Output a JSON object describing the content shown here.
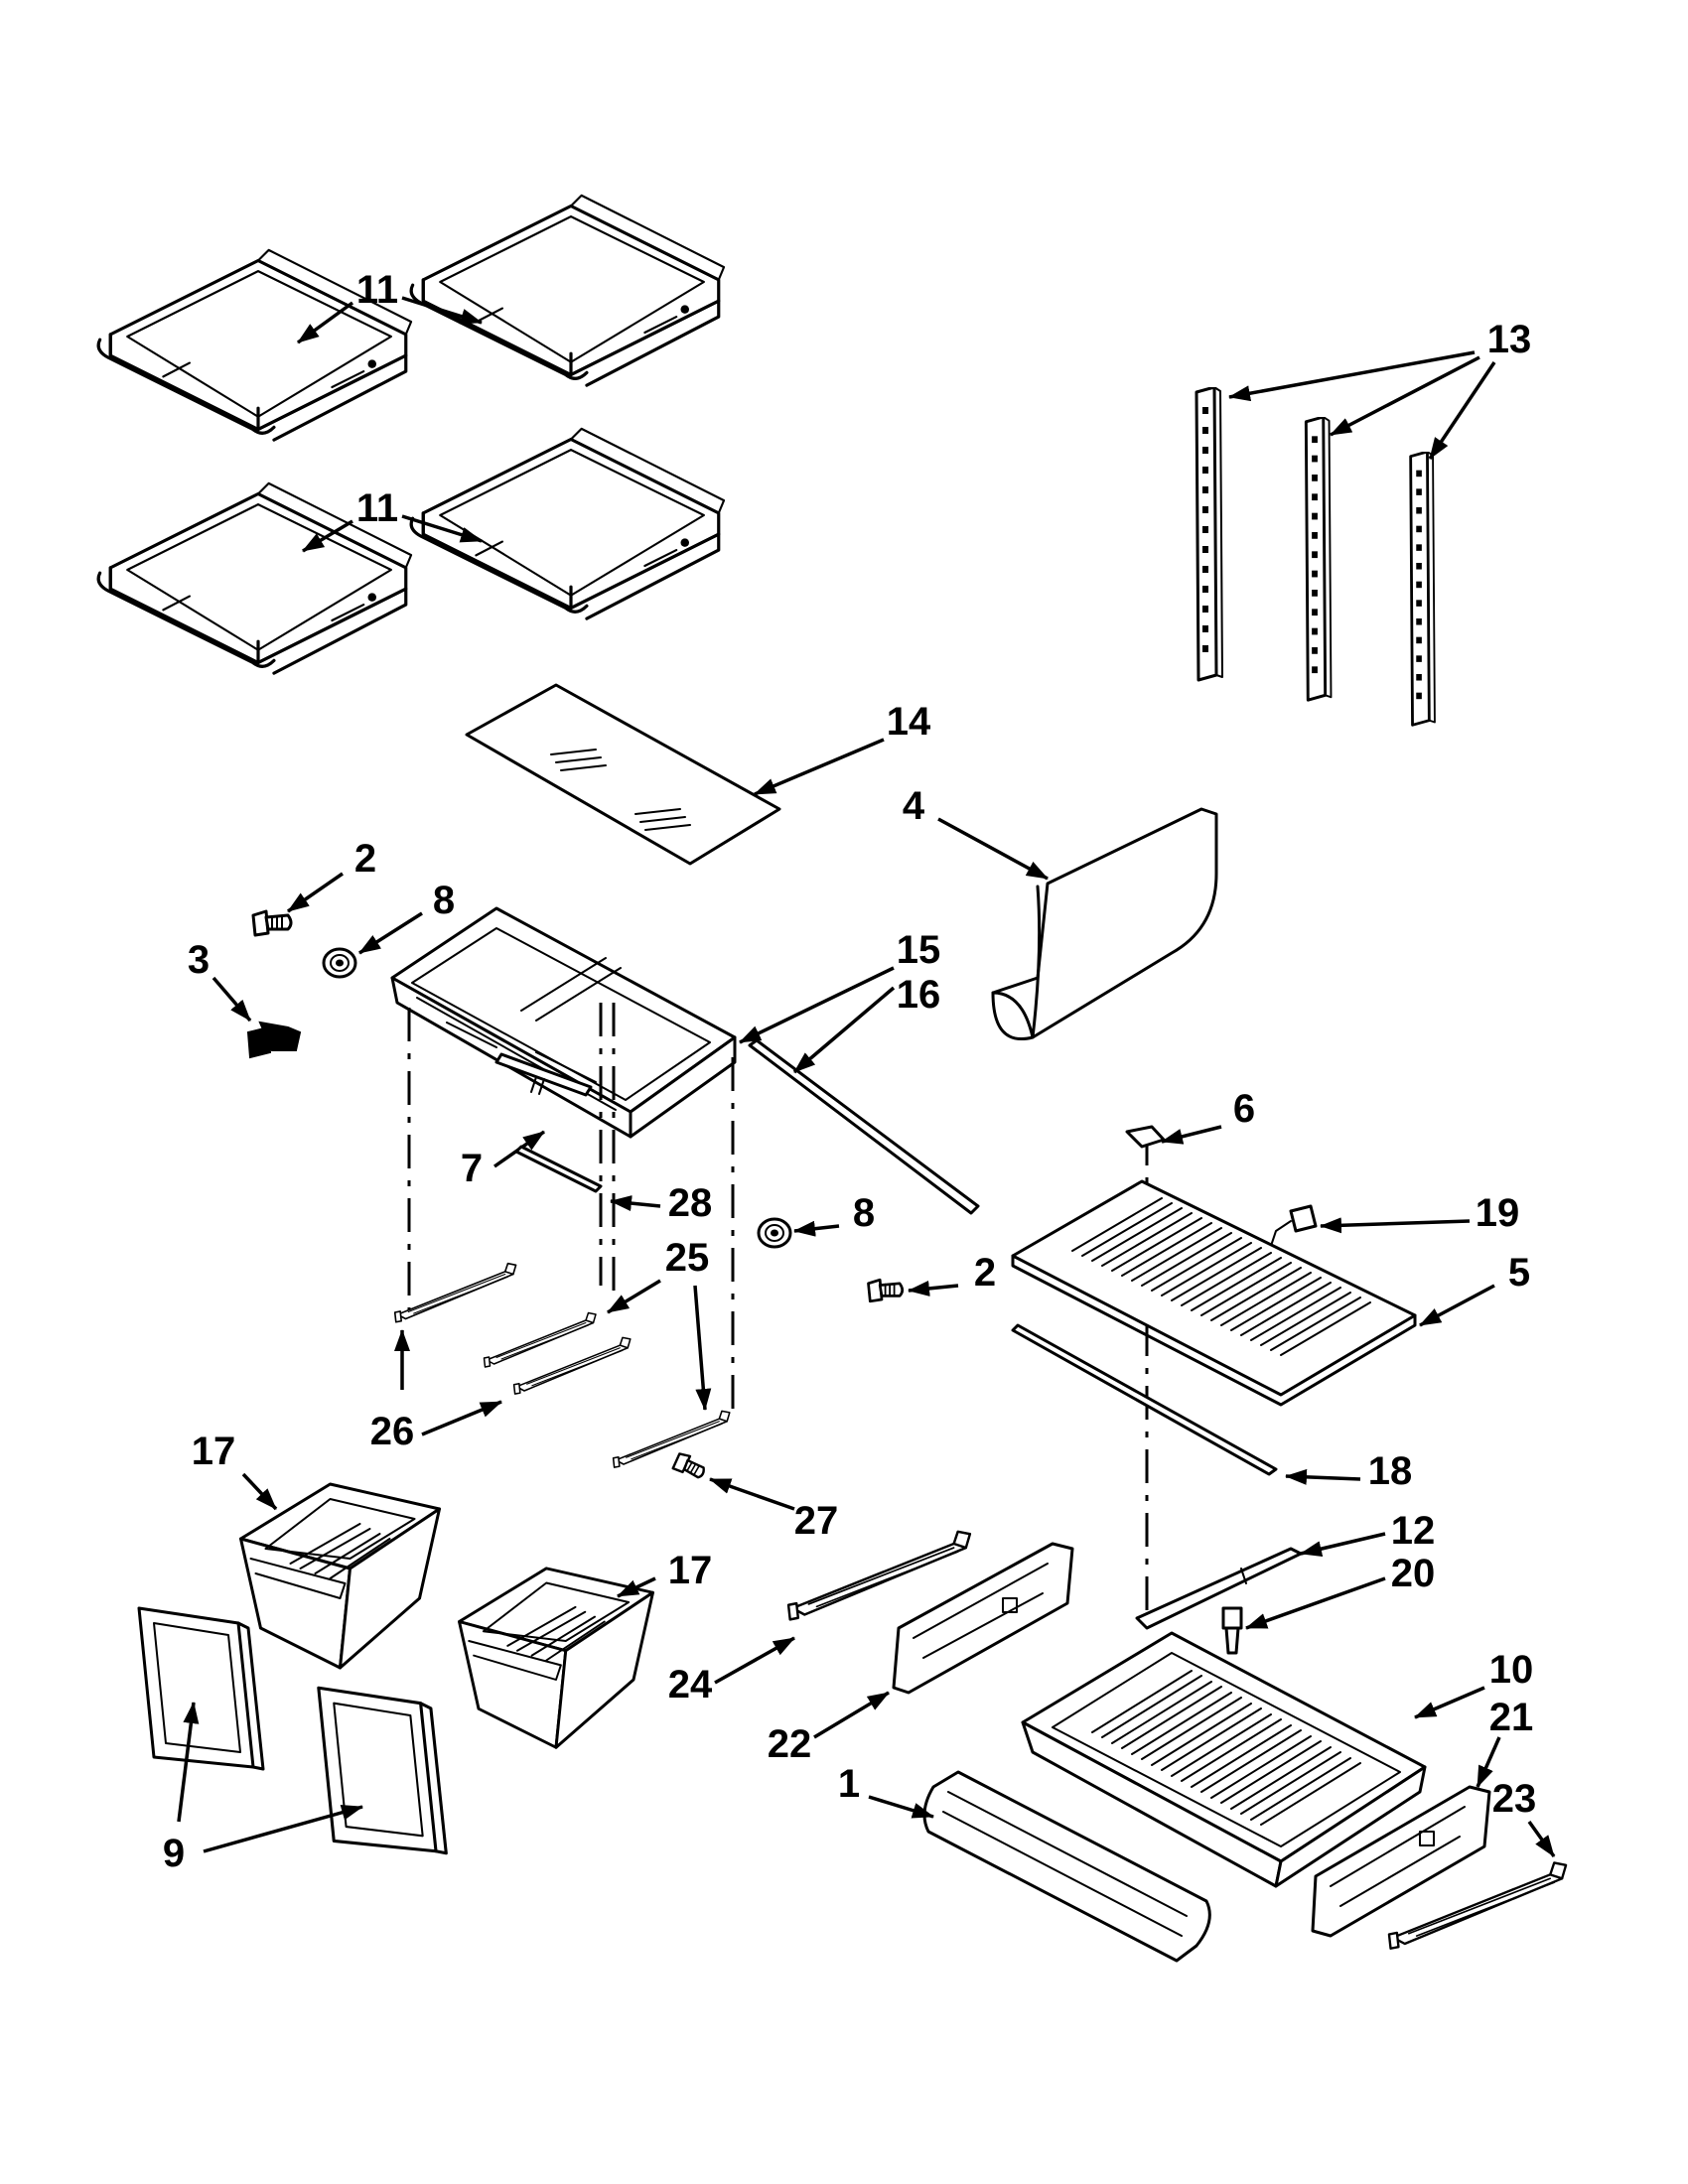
{
  "parts": [
    {
      "id": "shelf-11",
      "callout": "11",
      "name": "Shelf"
    },
    {
      "id": "rail-13",
      "callout": "13",
      "name": "Rail"
    },
    {
      "id": "glass-14",
      "callout": "14",
      "name": "Glass"
    },
    {
      "id": "cover-4",
      "callout": "4",
      "name": "Cover"
    },
    {
      "id": "screw-2",
      "callout": "2",
      "name": "Screw"
    },
    {
      "id": "roller-8",
      "callout": "8",
      "name": "Roller"
    },
    {
      "id": "clip-3",
      "callout": "3",
      "name": "Clip"
    },
    {
      "id": "frame-15",
      "callout": "15",
      "name": "Crisper frame"
    },
    {
      "id": "trim-16",
      "callout": "16",
      "name": "Trim"
    },
    {
      "id": "part-6",
      "callout": "6",
      "name": "Part 6"
    },
    {
      "id": "divider-7",
      "callout": "7",
      "name": "Divider"
    },
    {
      "id": "strip-28",
      "callout": "28",
      "name": "Strip"
    },
    {
      "id": "part-19",
      "callout": "19",
      "name": "Part 19"
    },
    {
      "id": "shelf-5",
      "callout": "5",
      "name": "Shelf"
    },
    {
      "id": "slide-25",
      "callout": "25",
      "name": "Slide"
    },
    {
      "id": "slide-26",
      "callout": "26",
      "name": "Slide"
    },
    {
      "id": "trim-18",
      "callout": "18",
      "name": "Trim"
    },
    {
      "id": "drawer-17",
      "callout": "17",
      "name": "Drawer"
    },
    {
      "id": "screw-27",
      "callout": "27",
      "name": "Screw"
    },
    {
      "id": "bracket-12",
      "callout": "12",
      "name": "Bracket"
    },
    {
      "id": "screw-20",
      "callout": "20",
      "name": "Screw"
    },
    {
      "id": "slide-24",
      "callout": "24",
      "name": "Slide"
    },
    {
      "id": "bracket-22",
      "callout": "22",
      "name": "Bracket"
    },
    {
      "id": "pan-10",
      "callout": "10",
      "name": "Pan"
    },
    {
      "id": "bracket-21",
      "callout": "21",
      "name": "Bracket"
    },
    {
      "id": "front-1",
      "callout": "1",
      "name": "Front"
    },
    {
      "id": "slide-23",
      "callout": "23",
      "name": "Slide"
    },
    {
      "id": "window-9",
      "callout": "9",
      "name": "Window"
    }
  ]
}
